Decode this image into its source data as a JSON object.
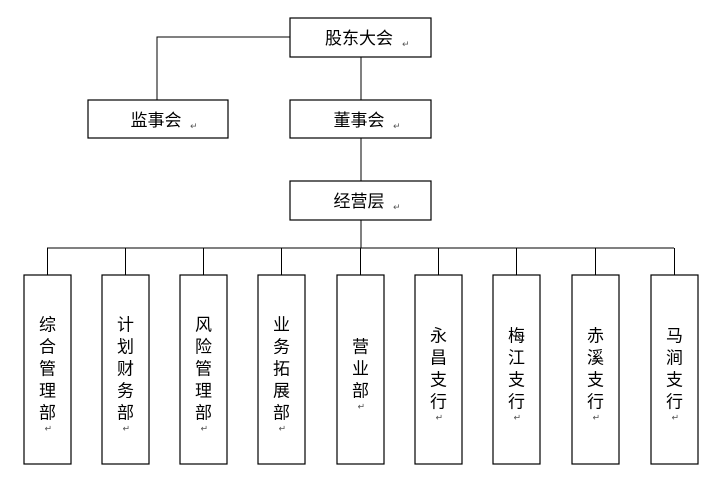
{
  "org_chart": {
    "shareholders_meeting": "股东大会",
    "supervisory_board": "监事会",
    "board_of_directors": "董事会",
    "management": "经营层",
    "departments": [
      "综合管理部",
      "计划财务部",
      "风险管理部",
      "业务拓展部",
      "营业部",
      "永昌支行",
      "梅江支行",
      "赤溪支行",
      "马涧支行"
    ],
    "paragraph_mark": "↵"
  }
}
